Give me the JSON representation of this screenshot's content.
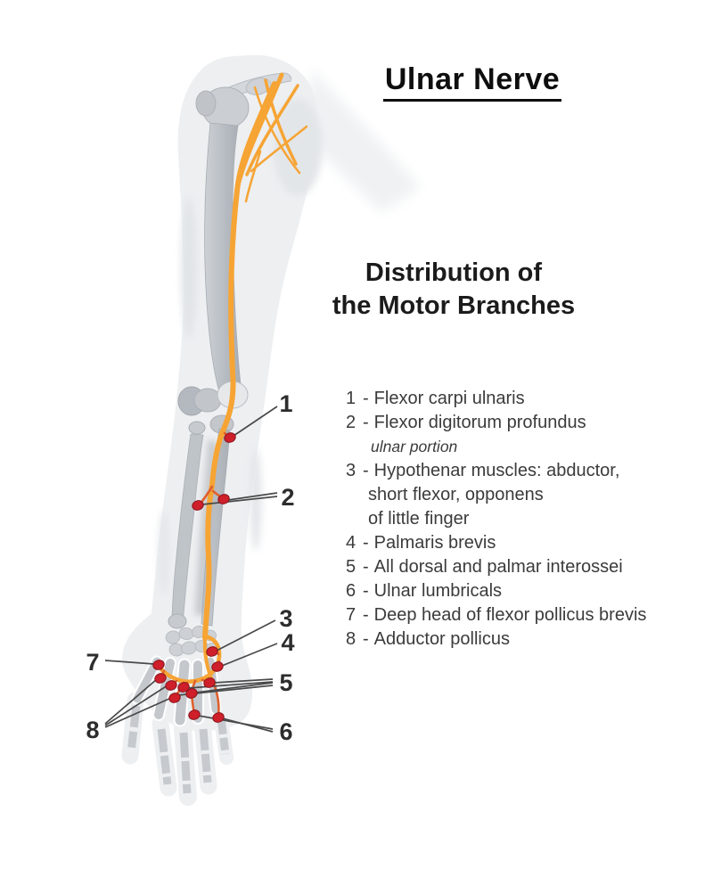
{
  "title": "Ulnar Nerve",
  "subtitle": {
    "line1": "Distribution of",
    "line2": "the Motor Branches"
  },
  "legend": {
    "separator": "-",
    "items": [
      {
        "num": "1",
        "line1": "Flexor carpi ulnaris"
      },
      {
        "num": "2",
        "line1": "Flexor digitorum profundus",
        "note": "ulnar portion"
      },
      {
        "num": "3",
        "line1": "Hypothenar muscles: abductor,",
        "line2": "short flexor, opponens",
        "line3": "of little finger"
      },
      {
        "num": "4",
        "line1": "Palmaris brevis"
      },
      {
        "num": "5",
        "line1": "All dorsal and palmar interossei"
      },
      {
        "num": "6",
        "line1": "Ulnar lumbricals"
      },
      {
        "num": "7",
        "line1": "Deep head of flexor pollicus brevis"
      },
      {
        "num": "8",
        "line1": "Adductor pollicus"
      }
    ]
  },
  "annotations": {
    "labels": [
      "1",
      "2",
      "3",
      "4",
      "5",
      "6",
      "7",
      "8"
    ]
  },
  "colors": {
    "nerve": "#F6A434",
    "branch": "#E0602E",
    "dot": "#CE1F2B",
    "dotStroke": "#8A141C",
    "bone": "#C7CBD0",
    "boneEdge": "#AEB3B9",
    "boneShade": "#A2A7AD",
    "skin": "#EDEFF1",
    "skinEdge": "#D9DCDF",
    "pointer": "#4A4A4A",
    "titleText": "#0E0E0E",
    "subtitleText": "#1B1B1B",
    "legendText": "#3B3B3B",
    "labelText": "#2D2D2D"
  }
}
